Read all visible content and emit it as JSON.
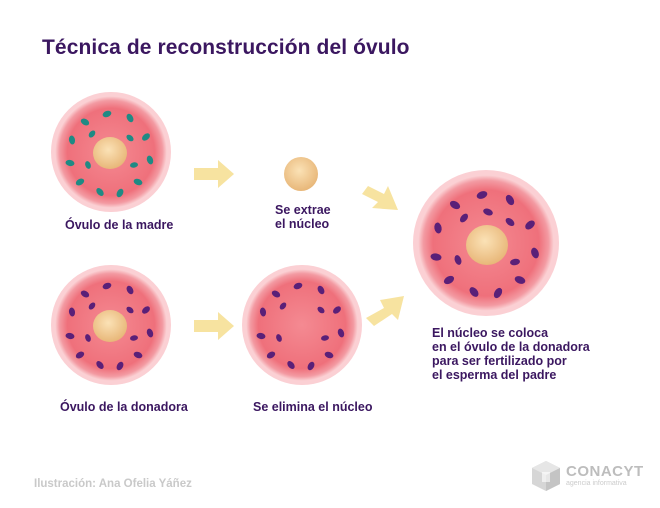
{
  "title": "Técnica de reconstrucción del óvulo",
  "labels": {
    "mother_egg": "Óvulo de la madre",
    "nucleus_extracted": "Se extrae\nel núcleo",
    "donor_egg": "Óvulo de la donadora",
    "nucleus_removed": "Se elimina el núcleo",
    "result": "El núcleo se coloca\nen el óvulo de la donadora\npara ser fertilizado por\nel esperma del padre"
  },
  "credit": "Ilustración: Ana Ofelia Yáñez",
  "logo": {
    "name": "CONACYT",
    "subtitle": "agencia informativa",
    "icon": "conacyt-cube-icon"
  },
  "colors": {
    "title": "#3b1760",
    "cell_pink": "#f0737d",
    "cell_rim": "#f7b6bc",
    "nucleus": "#f2c88a",
    "teal_mito": "#1f8a84",
    "purple_mito": "#5a2078",
    "arrow": "#f7e3a0"
  }
}
